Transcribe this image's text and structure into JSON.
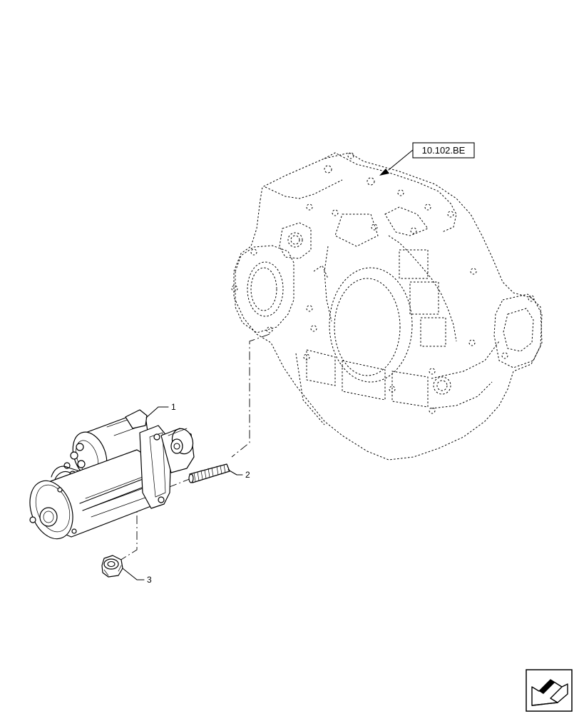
{
  "reference_label": "10.102.BE",
  "callouts": [
    {
      "id": "1",
      "label": "1"
    },
    {
      "id": "2",
      "label": "2"
    },
    {
      "id": "3",
      "label": "3"
    }
  ],
  "icons": {
    "nav": "arrow-icon"
  }
}
